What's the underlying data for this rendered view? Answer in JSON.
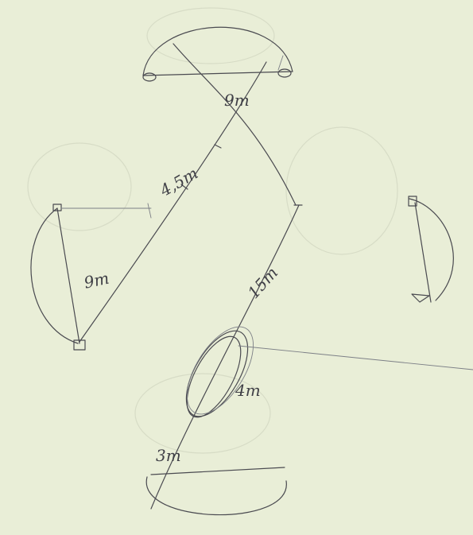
{
  "labels": {
    "top_right": "9m",
    "mid_upper": "4,5m",
    "left": "9m",
    "mid_diagonal": "15m",
    "ellipse": "4m",
    "bottom": "3m"
  }
}
